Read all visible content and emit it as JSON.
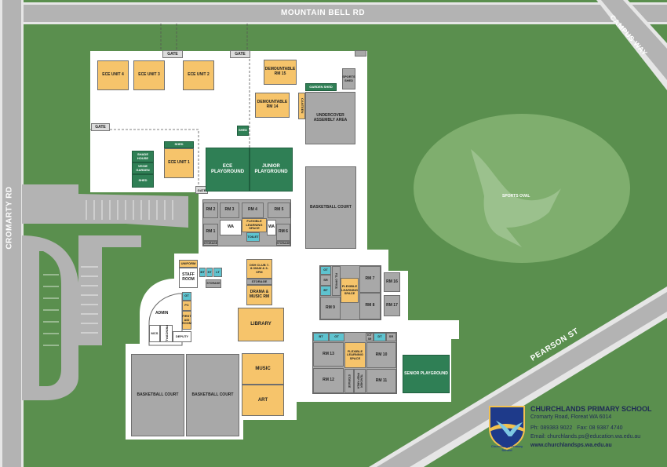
{
  "roads": {
    "mountain_bell": "MOUNTAIN BELL RD",
    "campus_way": "CAMPUS WAY",
    "cromarty": "CROMARTY RD",
    "pearson": "PEARSON ST"
  },
  "gates": {
    "g1": "GATE",
    "g2": "GATE",
    "g3": "GATE",
    "g4": "GATE"
  },
  "buildings": {
    "ece4": "ECE UNIT 4",
    "ece3": "ECE UNIT 3",
    "ece2": "ECE UNIT 2",
    "ece1": "ECE UNIT 1",
    "shed_ece1": "SHED",
    "shade_house": "SHADE HOUSE",
    "veggie_garden": "VEGIE GARDEN",
    "shed_small": "SHED",
    "shed_mid": "SHED",
    "ece_playground": "ECE PLAYGROUND",
    "junior_playground": "JUNIOR PLAYGROUND",
    "demountable15": "DEMOUNTABLE RM 15",
    "demountable14": "DEMOUNTABLE RM 14",
    "garden_shed": "GARDEN SHED",
    "canteen": "CANTEEN",
    "sports_shed": "SPORTS SHED",
    "undercover": "UNDERCOVER ASSEMBLY AREA",
    "basketball_court_right": "BASKETBALL COURT",
    "rm1": "RM 1",
    "rm2": "RM 2",
    "rm3": "RM 3",
    "rm4": "RM 4",
    "rm5": "RM 5",
    "rm6": "RM 6",
    "wa_left": "WA",
    "wa_right": "WA",
    "flex1": "FLEXIBLE LEARNING SPACE",
    "toilet": "TOILET",
    "storage1": "STORAGE",
    "storage_left": "STORAGE",
    "uniform": "UNIFORM",
    "staff_room": "STAFF ROOM",
    "bt1": "BT",
    "st1": "ST",
    "lt1": "LT",
    "storage_staff": "STORAGE",
    "oshc": "OSH CLUB 7-8:30AM & 3-6PM",
    "storage_oshc": "STORAGE",
    "drama": "DRAMA & MUSIC RM",
    "library": "LIBRARY",
    "admin": "ADMIN",
    "gt_admin": "GT",
    "pc_admin": "PC",
    "first_aid": "FIRST AID ROOM",
    "mcs": "MCS",
    "principal": "PRINCIPAL",
    "deputy": "DEPUTY",
    "gt2": "GT",
    "sr2": "SR",
    "bt2": "BT",
    "pe_office": "P.E. OFFICE",
    "flex2": "FLEXIBLE LEARNING SPACE",
    "rm7": "RM 7",
    "rm8": "RM 8",
    "rm9": "RM 9",
    "rm16": "RM 16",
    "rm17": "RM 17",
    "bt3": "BT",
    "gt3": "GT",
    "ict_sr": "ICT SR",
    "dt3": "DT",
    "sr3": "SR",
    "rm10": "RM 10",
    "rm11": "RM 11",
    "rm12": "RM 12",
    "rm13": "RM 13",
    "flex3": "FLEXIBLE LEARNING SPACE",
    "storage3": "STORAGE",
    "teacher_prep": "TEACHER PREP AREA",
    "music": "MUSIC",
    "art": "ART",
    "basketball_left": "BASKETBALL COURT",
    "basketball_mid": "BASKETBALL COURT",
    "senior_playground": "SENIOR PLAYGROUND",
    "sports_oval": "SPORTS OVAL"
  },
  "school": {
    "name": "CHURCHLANDS PRIMARY SCHOOL",
    "address": "Cromarty Road, Floreat WA 6014",
    "phone_line": "Ph: 089383 9022   Fax: 08 9387 4740",
    "email_line": "Email: churchlands.ps@education.wa.edu.au",
    "web": "www.churchlandsps.wa.edu.au",
    "logo_text": "Churchlands Primary School"
  },
  "colors": {
    "grass": "#5a8f4e",
    "road": "#b3b3b3",
    "orange": "#f6c46b",
    "grey": "#a8a8a8",
    "green": "#2f7f55",
    "teal": "#5ec3cf"
  }
}
